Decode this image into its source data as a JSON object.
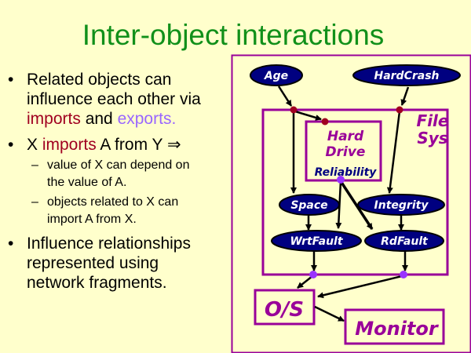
{
  "title": "Inter-object interactions",
  "bullets": {
    "b1": {
      "l1": "Related objects can",
      "l2": "influence each other via",
      "imports": "imports",
      "and": " and ",
      "exports": "exports."
    },
    "b2": {
      "x": "X ",
      "imports": "imports",
      "rest": " A from Y ⇒"
    },
    "sub1": {
      "l1": "value of X can depend on",
      "l2": "the value of A."
    },
    "sub2": {
      "l1": "objects related to X can",
      "l2": "import A from X."
    },
    "b3": {
      "l1": "Influence relationships",
      "l2": "represented using",
      "l3": "network fragments."
    },
    "bullet_glyph": "•",
    "dash_glyph": "–"
  },
  "diagram": {
    "nodes": {
      "age": "Age",
      "hardcrash": "HardCrash",
      "space": "Space",
      "integrity": "Integrity",
      "wrtfault": "WrtFault",
      "rdfault": "RdFault"
    },
    "boxes": {
      "filesys_1": "File",
      "filesys_2": "Sys",
      "harddrive_1": "Hard",
      "harddrive_2": "Drive",
      "reliability": "Reliability",
      "os": "O/S",
      "monitor": "Monitor"
    },
    "colors": {
      "node": "#000080",
      "box": "#990099",
      "import_dot": "#a00020",
      "export_dot": "#9933ff"
    }
  }
}
